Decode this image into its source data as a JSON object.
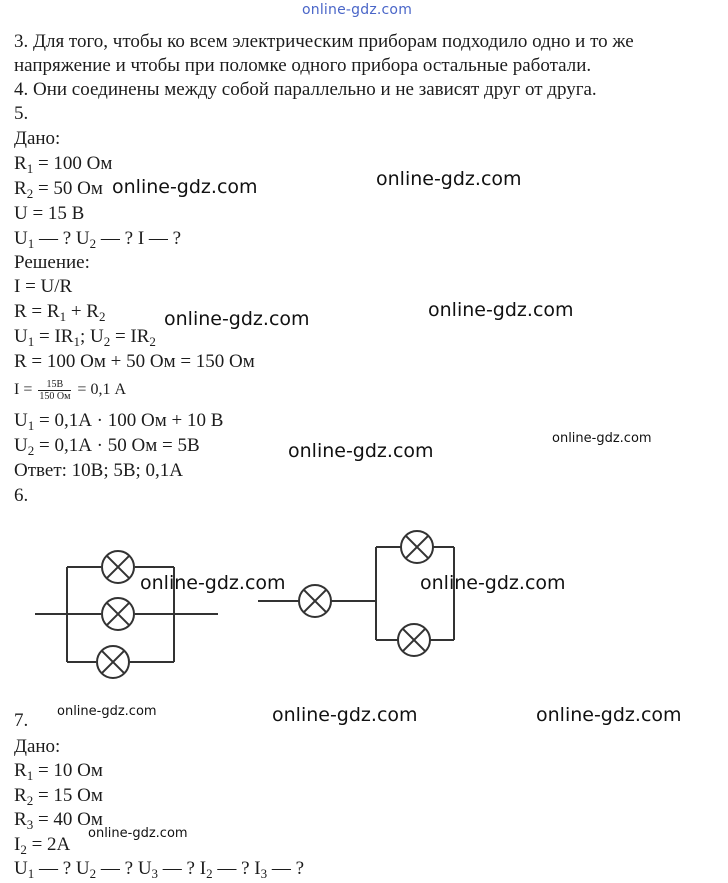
{
  "site_header": "online-gdz.com",
  "watermark": "online-gdz.com",
  "lines": {
    "l1": "3. Для того, чтобы ко всем электрическим приборам подходило одно и то же",
    "l2": "напряжение и чтобы при поломке одного прибора остальные работали.",
    "l3": "4. Они соединены между собой параллельно и не зависят друг от друга.",
    "l4": "5.",
    "l5": "Дано:",
    "l6a": "R",
    "l6s": "1",
    "l6b": " = 100 Ом",
    "l7a": "R",
    "l7s": "2",
    "l7b": " = 50 Ом",
    "l8": "U = 15 В",
    "l9a": "U",
    "l9s1": "1",
    "l9b": " — ?  U",
    "l9s2": "2",
    "l9c": " — ?  I — ?",
    "l10": "Решение:",
    "l11": "I = U/R",
    "l12a": "R = R",
    "l12s1": "1",
    "l12b": " + R",
    "l12s2": "2",
    "l13a": "U",
    "l13s1": "1",
    "l13b": " = IR",
    "l13s2": "1",
    "l13c": "; U",
    "l13s3": "2",
    "l13d": " = IR",
    "l13s4": "2",
    "l14": "R = 100 Ом + 50 Ом = 150 Ом",
    "l15_lhs": "I =",
    "l15_num": "15В",
    "l15_den": "150 Ом",
    "l15_rhs": "= 0,1 А",
    "l16a": "U",
    "l16s": "1",
    "l16b": " = 0,1А · 100 Ом + 10 В",
    "l17a": "U",
    "l17s": "2",
    "l17b": " = 0,1А · 50 Ом = 5В",
    "l18": "Ответ: 10В; 5В; 0,1А",
    "l19": "6.",
    "l20": "7.",
    "l21": "Дано:",
    "l22a": "R",
    "l22s": "1",
    "l22b": " = 10 Ом",
    "l23a": "R",
    "l23s": "2",
    "l23b": " = 15 Ом",
    "l24a": "R",
    "l24s": "3",
    "l24b": " = 40 Ом",
    "l25a": "I",
    "l25s": "2",
    "l25b": " = 2А",
    "l26a": "U",
    "l26s1": "1",
    "l26b": " — ? U",
    "l26s2": "2",
    "l26c": " — ? U",
    "l26s3": "3",
    "l26d": " — ? I",
    "l26s4": "2",
    "l26e": " — ? I",
    "l26s5": "3",
    "l26f": " — ?"
  },
  "colors": {
    "text": "#1c1c1c",
    "header_link": "#4a66c8",
    "wire": "#333333"
  }
}
